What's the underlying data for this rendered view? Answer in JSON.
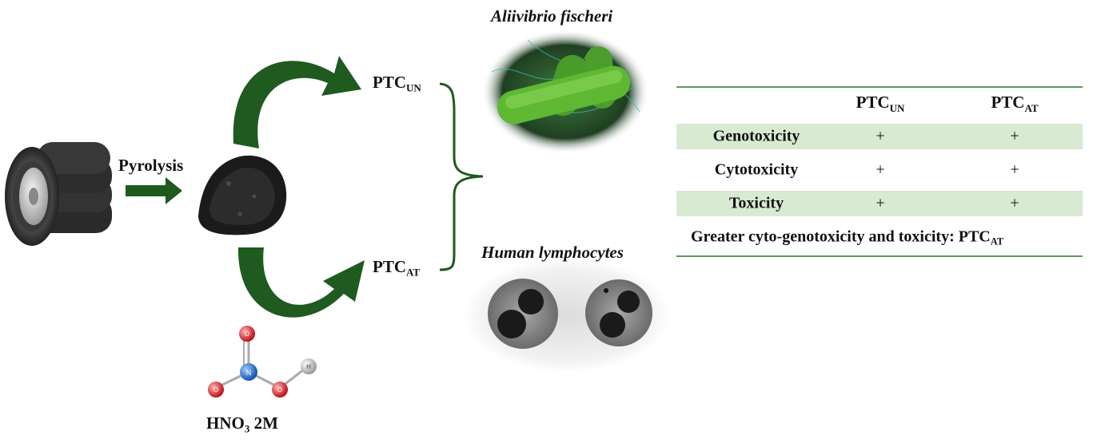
{
  "labels": {
    "pyrolysis": "Pyrolysis",
    "ptc_un": {
      "main": "PTC",
      "sub": "UN"
    },
    "ptc_at": {
      "main": "PTC",
      "sub": "AT"
    },
    "acid": {
      "pre": "HNO",
      "sub": "3",
      "post": " 2M"
    },
    "organism_bacteria": "Aliivibrio fischeri",
    "organism_cells": "Human lymphocytes"
  },
  "molecule_atoms": [
    "O",
    "N",
    "O",
    "O",
    "H"
  ],
  "table": {
    "headers": [
      {
        "main": "PTC",
        "sub": "UN"
      },
      {
        "main": "PTC",
        "sub": "AT"
      }
    ],
    "rows": [
      {
        "label": "Genotoxicity",
        "un": "+",
        "at": "+"
      },
      {
        "label": "Cytotoxicity",
        "un": "+",
        "at": "+"
      },
      {
        "label": "Toxicity",
        "un": "+",
        "at": "+"
      }
    ],
    "footer": {
      "text": "Greater cyto-genotoxicity and toxicity: PTC",
      "sub": "AT"
    }
  },
  "colors": {
    "arrow_green": "#1f5a1f",
    "table_band": "#d9ead3",
    "table_rule": "#5a9a5a",
    "bacteria_green": "#5fb832",
    "oxygen_red": "#d8202a",
    "nitrogen_blue": "#1f6fd0"
  }
}
